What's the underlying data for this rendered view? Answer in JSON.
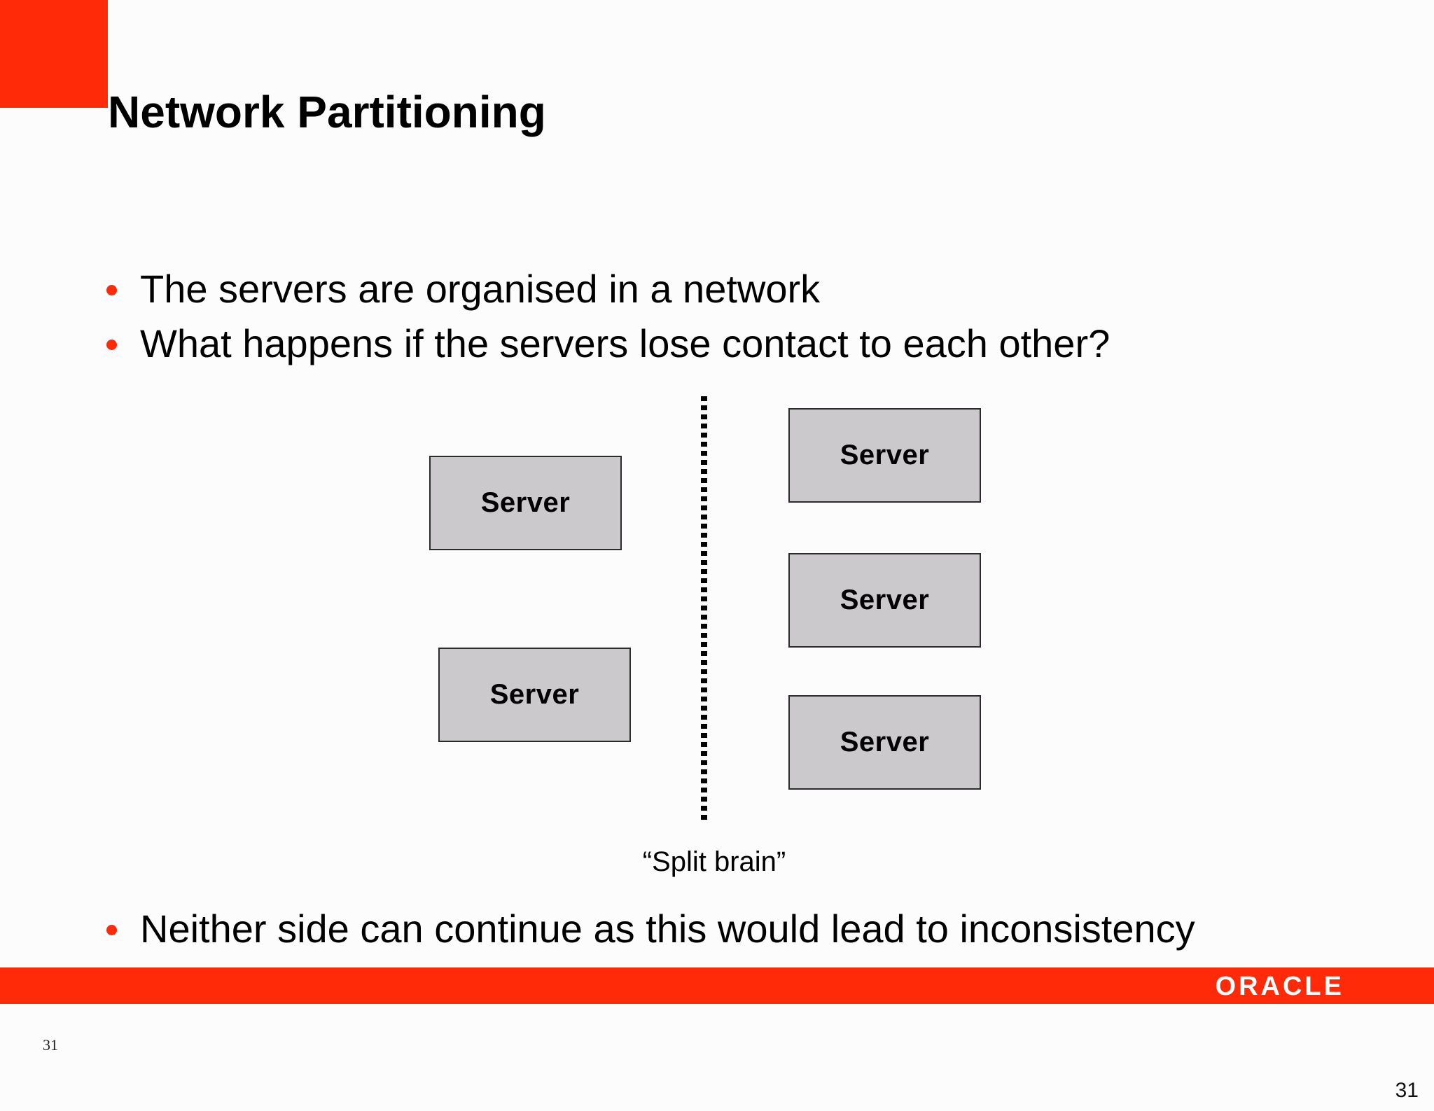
{
  "slide": {
    "title": "Network Partitioning",
    "bullets": [
      "The servers are organised in a network",
      "What happens if the servers lose contact to each other?",
      "Neither side can continue as this would lead to inconsistency"
    ],
    "accent_color": "#ff2a08"
  },
  "diagram": {
    "left_group": [
      {
        "label": "Server"
      },
      {
        "label": "Server"
      }
    ],
    "right_group": [
      {
        "label": "Server"
      },
      {
        "label": "Server"
      },
      {
        "label": "Server"
      }
    ],
    "partition_caption": "“Split brain”",
    "node_color": "#cbc9cc"
  },
  "footer": {
    "logo_text": "ORACLE",
    "page_number_small": "31",
    "page_number_large": "31"
  }
}
